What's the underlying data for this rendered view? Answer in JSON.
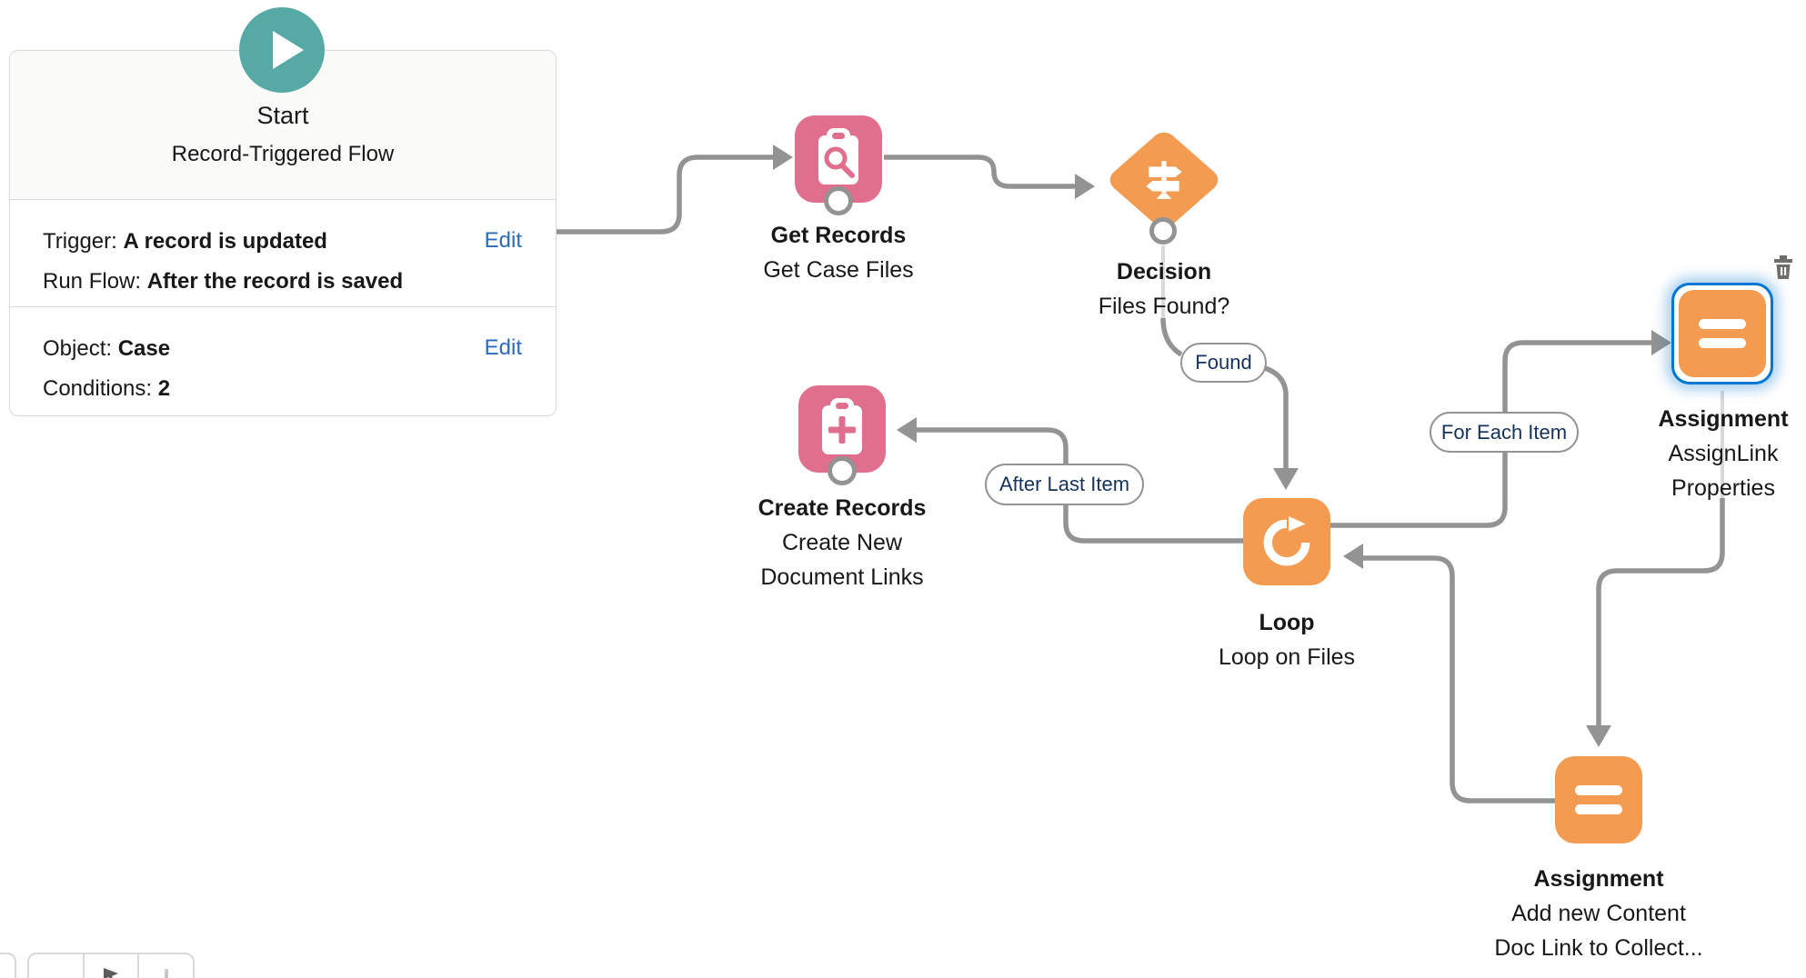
{
  "start_card": {
    "title": "Start",
    "subtitle": "Record-Triggered Flow",
    "trigger_label": "Trigger:",
    "trigger_value": "A record is updated",
    "run_flow_label": "Run Flow:",
    "run_flow_value": "After the record is saved",
    "object_label": "Object:",
    "object_value": "Case",
    "conditions_label": "Conditions:",
    "conditions_value": "2",
    "edit_trigger_label": "Edit",
    "edit_object_label": "Edit"
  },
  "nodes": {
    "get_records": {
      "name": "Get Records",
      "desc": [
        "Get Case Files"
      ],
      "icon": "clipboard-search-icon"
    },
    "decision": {
      "name": "Decision",
      "desc": [
        "Files Found?"
      ],
      "icon": "signpost-icon"
    },
    "create_records": {
      "name": "Create Records",
      "desc": [
        "Create New",
        "Document Links"
      ],
      "icon": "clipboard-plus-icon"
    },
    "loop": {
      "name": "Loop",
      "desc": [
        "Loop on Files"
      ],
      "icon": "loop-arrow-icon"
    },
    "assignment_assignlink": {
      "name": "Assignment",
      "desc": [
        "AssignLink",
        "Properties"
      ],
      "icon": "equals-icon",
      "selected": true
    },
    "assignment_add_content": {
      "name": "Assignment",
      "desc": [
        "Add new Content",
        "Doc Link to Collect..."
      ],
      "icon": "equals-icon"
    }
  },
  "connector_labels": {
    "found": "Found",
    "for_each_item": "For Each Item",
    "after_last_item": "After Last Item"
  },
  "colors": {
    "data_pink": "#e06e8d",
    "logic_orange": "#f29b51",
    "start_teal": "#56a9a4",
    "connector_gray": "#939393",
    "light_connector_gray": "#d9d9d9",
    "label_navy": "#16325c",
    "link_blue": "#2a6bbb",
    "selection_blue": "#0176d3"
  }
}
